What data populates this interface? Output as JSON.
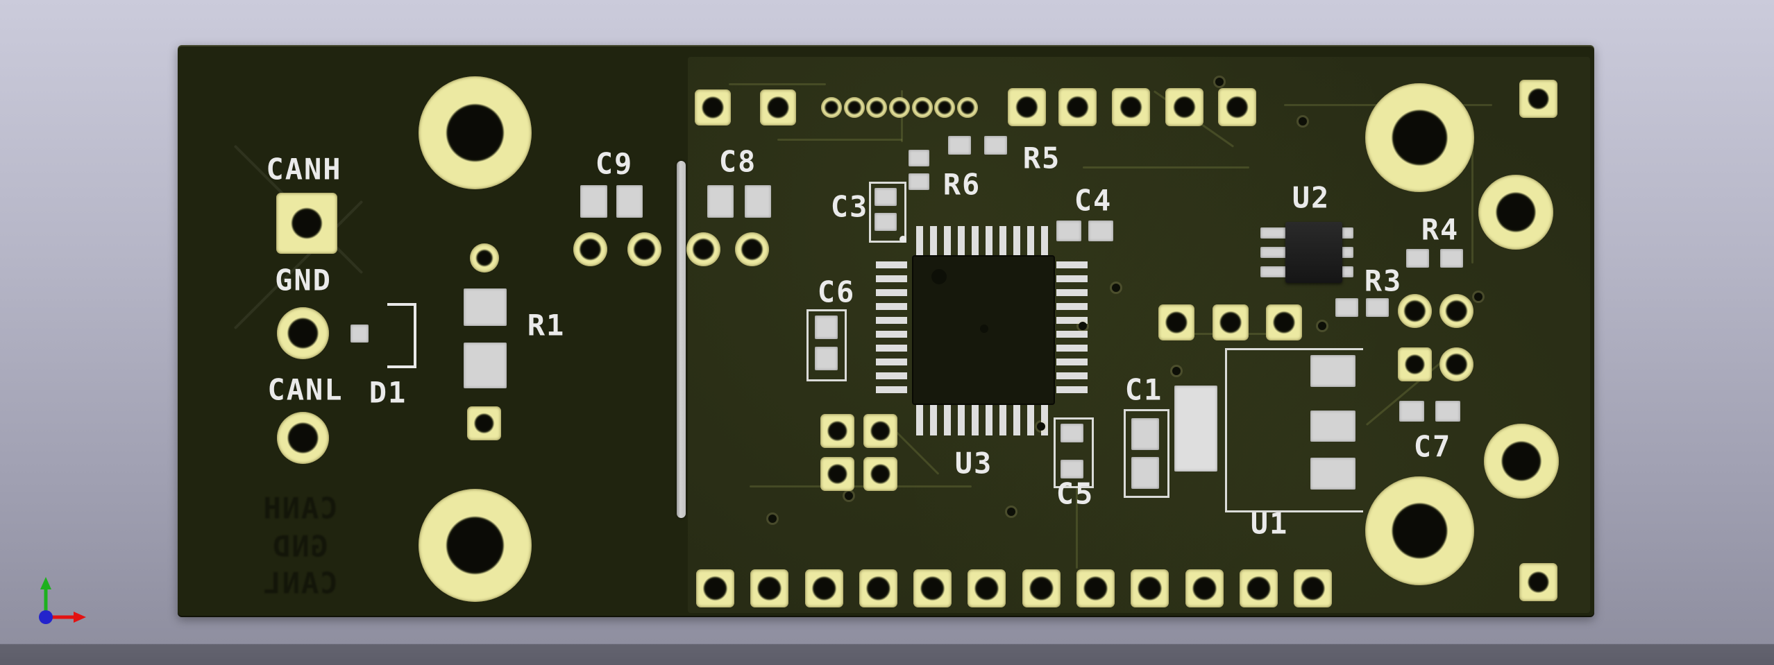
{
  "scene": {
    "background": {
      "top": "#cbcbdb",
      "middle": "#a0a0b2",
      "bottom": "#8f8fa0",
      "footer_band": "#63636f"
    }
  },
  "board": {
    "substrate_color": "#20240f",
    "copper_zone_color": "#282c15",
    "pad_gold_color": "#ece9a2",
    "pad_silver_color": "#d3d3d3",
    "silkscreen_color": "#eaeaea",
    "hole_color": "#0b0b06"
  },
  "silkscreen": {
    "canh": "CANH",
    "gnd": "GND",
    "canl": "CANL",
    "d1": "D1",
    "r1": "R1",
    "c9": "C9",
    "c8": "C8",
    "c3": "C3",
    "r6": "R6",
    "r5": "R5",
    "c4": "C4",
    "c6": "C6",
    "u3": "U3",
    "c5": "C5",
    "c1": "C1",
    "u1": "U1",
    "u2": "U2",
    "r3": "R3",
    "r4": "R4",
    "c7": "C7"
  },
  "back_silkscreen": {
    "line1": "CANH",
    "line2": "GND",
    "line3": "CANL"
  },
  "axis_gizmo": {
    "x_axis_color": "#e31212",
    "y_axis_color": "#1db01d",
    "origin_color": "#2323cc"
  }
}
